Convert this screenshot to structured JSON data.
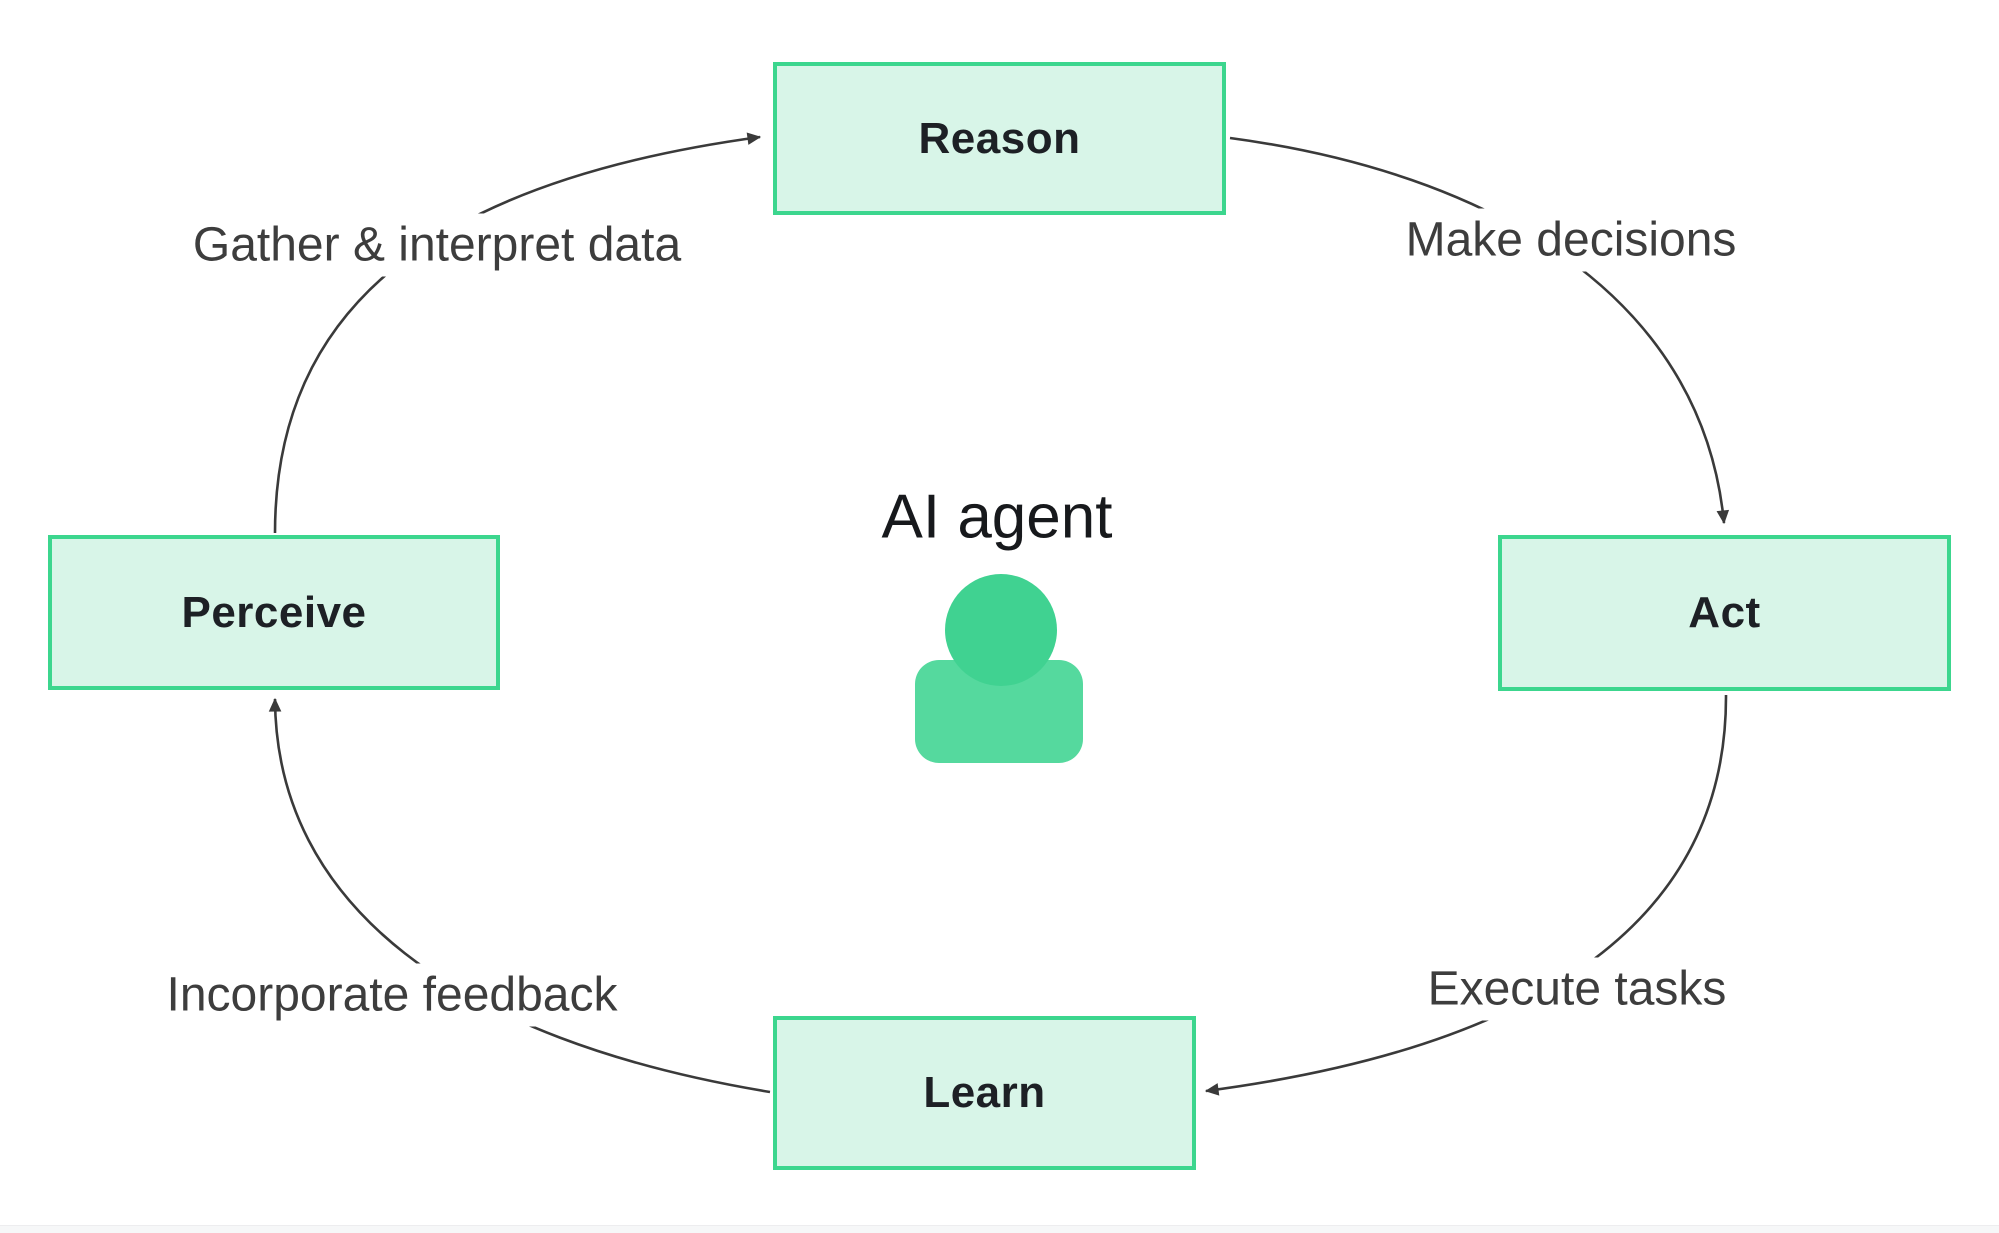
{
  "center": {
    "title": "AI agent",
    "icon": "person-icon"
  },
  "nodes": [
    {
      "id": "reason",
      "label": "Reason"
    },
    {
      "id": "act",
      "label": "Act"
    },
    {
      "id": "learn",
      "label": "Learn"
    },
    {
      "id": "perceive",
      "label": "Perceive"
    }
  ],
  "edges": [
    {
      "from": "perceive",
      "to": "reason",
      "label": "Gather & interpret data"
    },
    {
      "from": "reason",
      "to": "act",
      "label": "Make decisions"
    },
    {
      "from": "act",
      "to": "learn",
      "label": "Execute tasks"
    },
    {
      "from": "learn",
      "to": "perceive",
      "label": "Incorporate feedback"
    }
  ],
  "colors": {
    "node_fill": "#d8f5e8",
    "node_border": "#3cd68e",
    "icon_head": "#40d291",
    "icon_body": "#55d99e",
    "arrow": "#3a3a3a",
    "edge_label_text": "#3d3d3d",
    "node_text": "#1d2025"
  }
}
